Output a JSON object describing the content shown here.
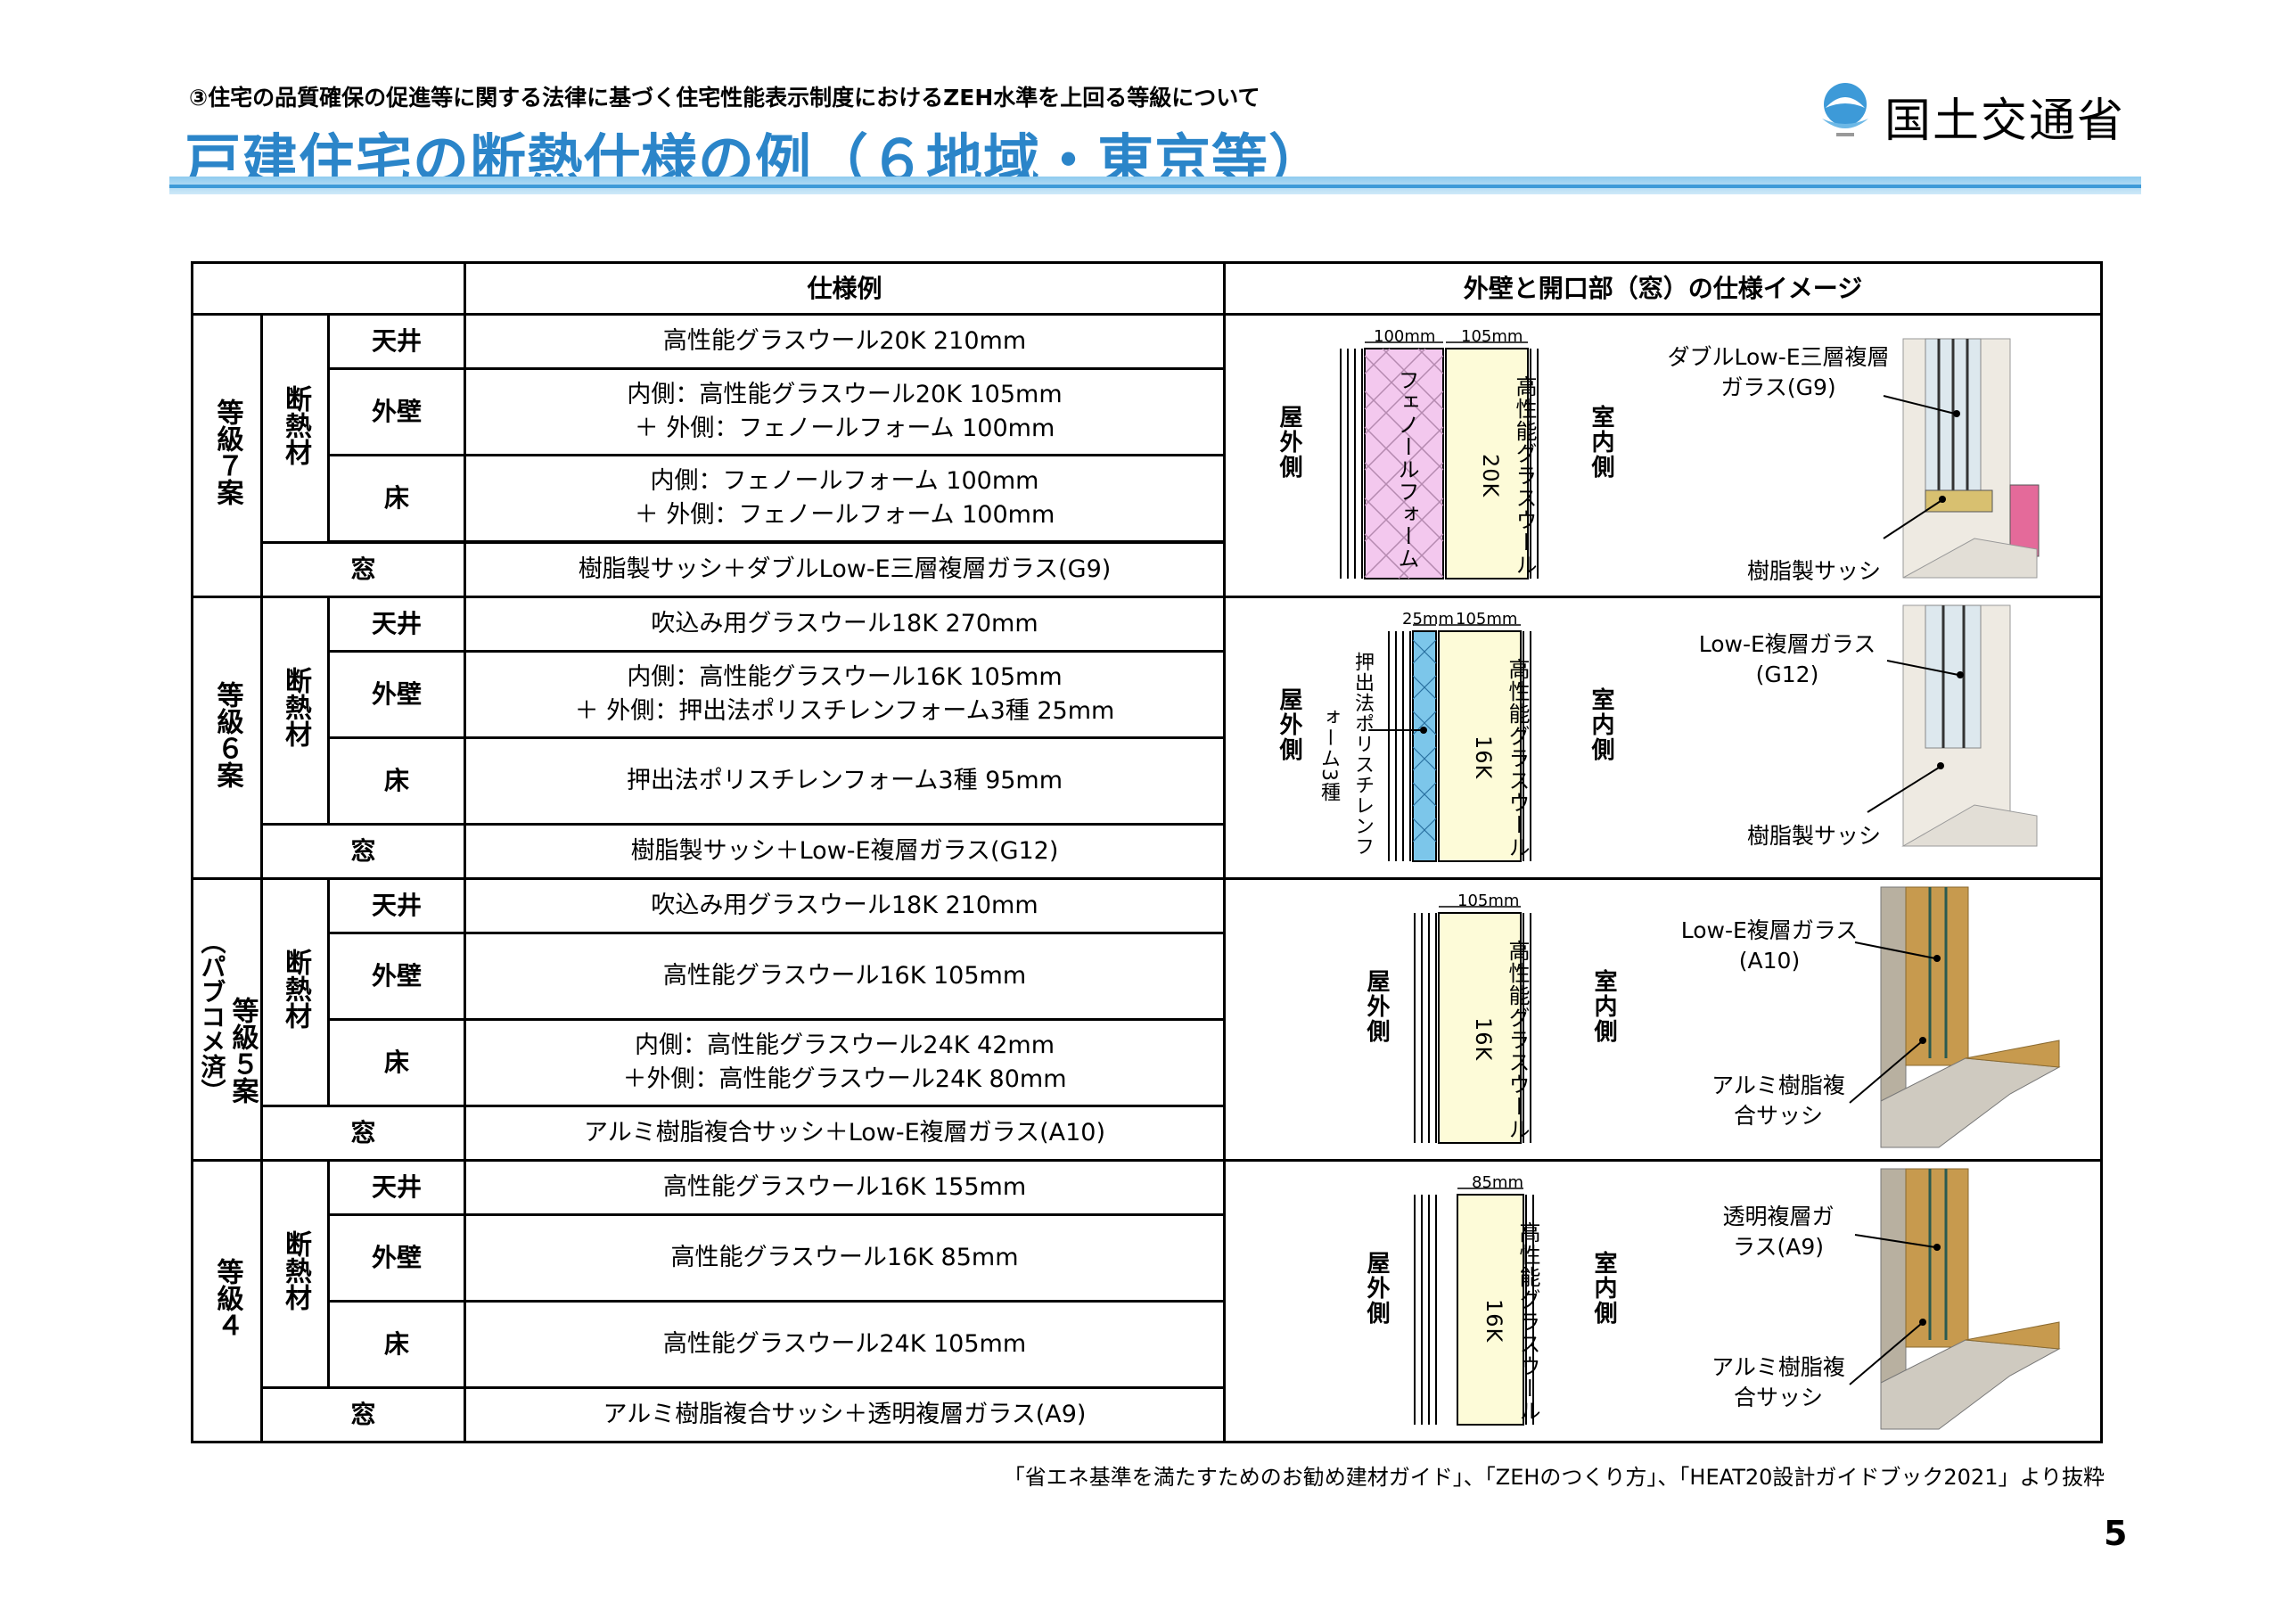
{
  "header": {
    "subtitle": "③住宅の品質確保の促進等に関する法律に基づく住宅性能表示制度におけるZEH水準を上回る等級について",
    "title": "戸建住宅の断熱仕様の例（６地域・東京等）",
    "org": "国土交通省"
  },
  "table": {
    "col_spec": "仕様例",
    "col_image": "外壁と開口部（窓）の仕様イメージ",
    "material": "断熱材",
    "labels": {
      "ceiling": "天井",
      "wall": "外壁",
      "floor": "床",
      "window": "窓"
    },
    "grades": [
      {
        "name": "等級７案",
        "ceiling": "高性能グラスウール20K 210mm",
        "wall_1": "内側：高性能グラスウール20K 105mm",
        "wall_2": "＋ 外側：フェノールフォーム 100mm",
        "floor_1": "内側：フェノールフォーム 100mm",
        "floor_2": "＋ 外側：フェノールフォーム 100mm",
        "window": "樹脂製サッシ＋ダブルLow-E三層複層ガラス(G9)",
        "image": {
          "outside": "屋外側",
          "inside": "室内側",
          "dim_a": "100mm",
          "dim_b": "105mm",
          "layer_a": "フェノールフォーム",
          "layer_b": "高性能グラスウール20K",
          "glass": "ダブルLow-E三層複層ガラス(G9)",
          "sash": "樹脂製サッシ"
        }
      },
      {
        "name": "等級６案",
        "ceiling": "吹込み用グラスウール18K 270mm",
        "wall_1": "内側：高性能グラスウール16K 105mm",
        "wall_2": "＋ 外側：押出法ポリスチレンフォーム3種 25mm",
        "floor": "押出法ポリスチレンフォーム3種 95mm",
        "window": "樹脂製サッシ＋Low-E複層ガラス(G12)",
        "image": {
          "outside": "屋外側",
          "inside": "室内側",
          "dim_a": "25mm",
          "dim_b": "105mm",
          "layer_a": "押出法ポリスチレンフォーム3種",
          "layer_b": "高性能グラスウール16K",
          "glass": "Low-E複層ガラス(G12)",
          "sash": "樹脂製サッシ"
        }
      },
      {
        "name": "等級５案",
        "note": "（パブコメ済）",
        "ceiling": "吹込み用グラスウール18K 210mm",
        "wall": "高性能グラスウール16K 105mm",
        "floor_1": "内側：高性能グラスウール24K 42mm",
        "floor_2": "＋外側：高性能グラスウール24K 80mm",
        "window": "アルミ樹脂複合サッシ＋Low-E複層ガラス(A10)",
        "image": {
          "outside": "屋外側",
          "inside": "室内側",
          "dim_b": "105mm",
          "layer_b": "高性能グラスウール16K",
          "glass": "Low-E複層ガラス(A10)",
          "sash": "アルミ樹脂複合サッシ"
        }
      },
      {
        "name": "等級４",
        "ceiling": "高性能グラスウール16K 155mm",
        "wall": "高性能グラスウール16K 85mm",
        "floor": "高性能グラスウール24K 105mm",
        "window": "アルミ樹脂複合サッシ＋透明複層ガラス(A9)",
        "image": {
          "outside": "屋外側",
          "inside": "室内側",
          "dim_b": "85mm",
          "layer_b": "高性能グラスウール16K",
          "glass": "透明複層ガラス(A9)",
          "sash": "アルミ樹脂複合サッシ"
        }
      }
    ]
  },
  "source": "「省エネ基準を満たすためのお勧め建材ガイド」、「ZEHのつくり方」、「HEAT20設計ガイドブック2021」より抜粋",
  "page_number": "5",
  "colors": {
    "title": "#2b85c9",
    "band": "#8fcbef",
    "phenol": "#f3c8ee",
    "xps": "#7cc6ea",
    "glasswool": "#fdfbd8",
    "frame": "#e7e4dc",
    "wood": "#c79a4e"
  }
}
